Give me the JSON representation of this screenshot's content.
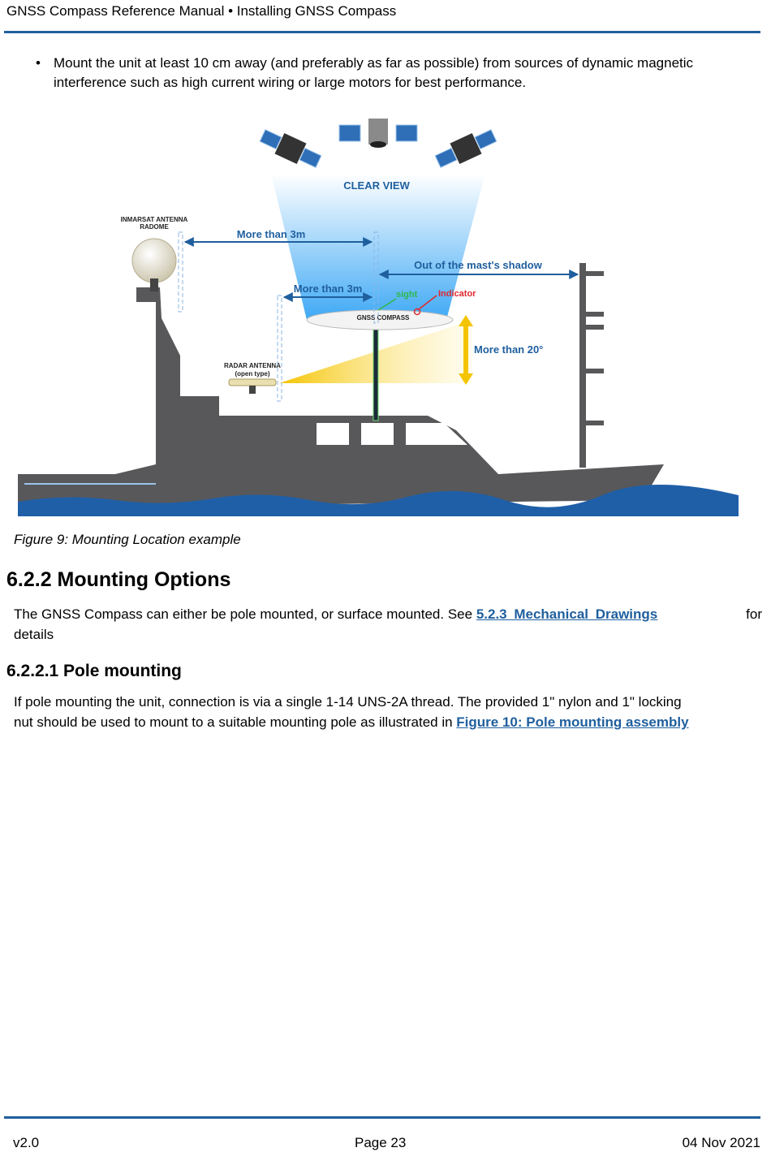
{
  "header": {
    "title": "GNSS Compass Reference Manual • Installing GNSS Compass"
  },
  "bullet": {
    "marker": "•",
    "line1": "Mount the unit at least 10 cm away (and preferably as far as possible) from sources of dynamic magnetic",
    "line2": "interference such as high current wiring or large motors for best performance."
  },
  "figure": {
    "labels": {
      "clear_view": "CLEAR VIEW",
      "inmarsat_line1": "INMARSAT ANTENNA",
      "inmarsat_line2": "RADOME",
      "more_than_3m_top": "More than 3m",
      "more_than_3m_mid": "More than 3m",
      "mast_shadow": "Out of the mast's shadow",
      "sight": "sight",
      "indicator": "Indicator",
      "gnss_compass": "GNSS COMPASS",
      "more_than_20": "More than 20°",
      "radar_line1": "RADAR ANTENNA",
      "radar_line2": "(open type)"
    },
    "colors": {
      "hull": "#58585a",
      "sea": "#1f5fa8",
      "arrow": "#1f5f9e",
      "sky": "#3fa9f5",
      "yellow": "#f5c400"
    }
  },
  "caption": "Figure 9: Mounting Location example",
  "section": {
    "heading": "6.2.2 Mounting Options",
    "para_text": "The GNSS Compass can either be pole mounted, or surface mounted. See ",
    "para_link": "5.2.3 Mechanical Drawings",
    "para_after": " for",
    "para_line2": "details"
  },
  "subsection": {
    "heading": "6.2.2.1 Pole mounting",
    "line1": "If pole mounting the unit, connection is via a single 1-14 UNS-2A thread. The provided 1\" nylon and 1\" locking",
    "line2_text": "nut should be used to mount to a suitable mounting pole as illustrated in ",
    "line2_link": "Figure 10: Pole mounting assembly"
  },
  "footer": {
    "version": "v2.0",
    "page": "Page 23",
    "date": "04 Nov 2021"
  }
}
